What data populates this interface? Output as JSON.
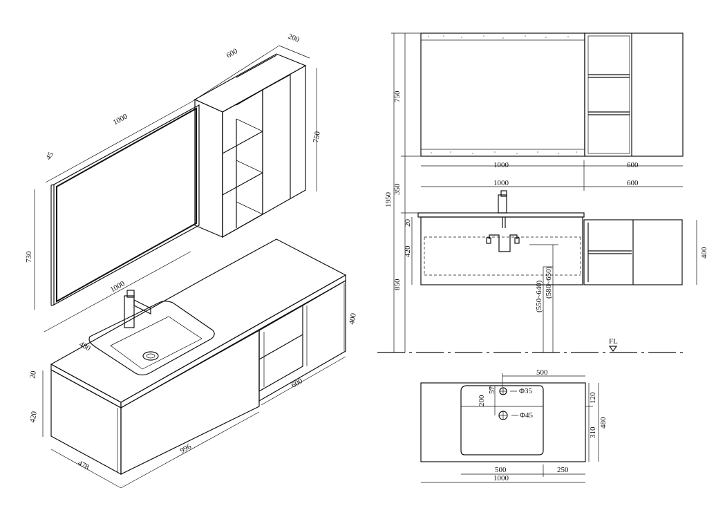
{
  "iso": {
    "mirror_width": "1000",
    "mirror_depth": "45",
    "mirror_height": "730",
    "cabinet_width": "600",
    "cabinet_depth": "200",
    "cabinet_height": "750",
    "top_width": "1000",
    "top_depth": "480",
    "top_thickness": "20",
    "drawer_height": "420",
    "drawer_depth": "478",
    "drawer_width": "996",
    "side_width": "600",
    "side_height": "400"
  },
  "front": {
    "upper_height": "750",
    "mirror_width": "1000",
    "cabinet_width": "600",
    "gap": "350",
    "total_height": "1950",
    "vanity_width": "1000",
    "side_width": "600",
    "top_thickness": "20",
    "drawer_height": "420",
    "floor_height": "850",
    "side_height": "400",
    "range1": "(550~640)",
    "range2": "(580~650)",
    "floor_label": "FL"
  },
  "plan": {
    "basin_width_top": "500",
    "tap_offset": "57",
    "tap_hole": "Φ35",
    "basin_offset": "200",
    "drain_hole": "Φ45",
    "depth_a": "120",
    "depth_b": "310",
    "depth_total": "480",
    "basin_width": "500",
    "right_margin": "250",
    "total_width": "1000"
  }
}
